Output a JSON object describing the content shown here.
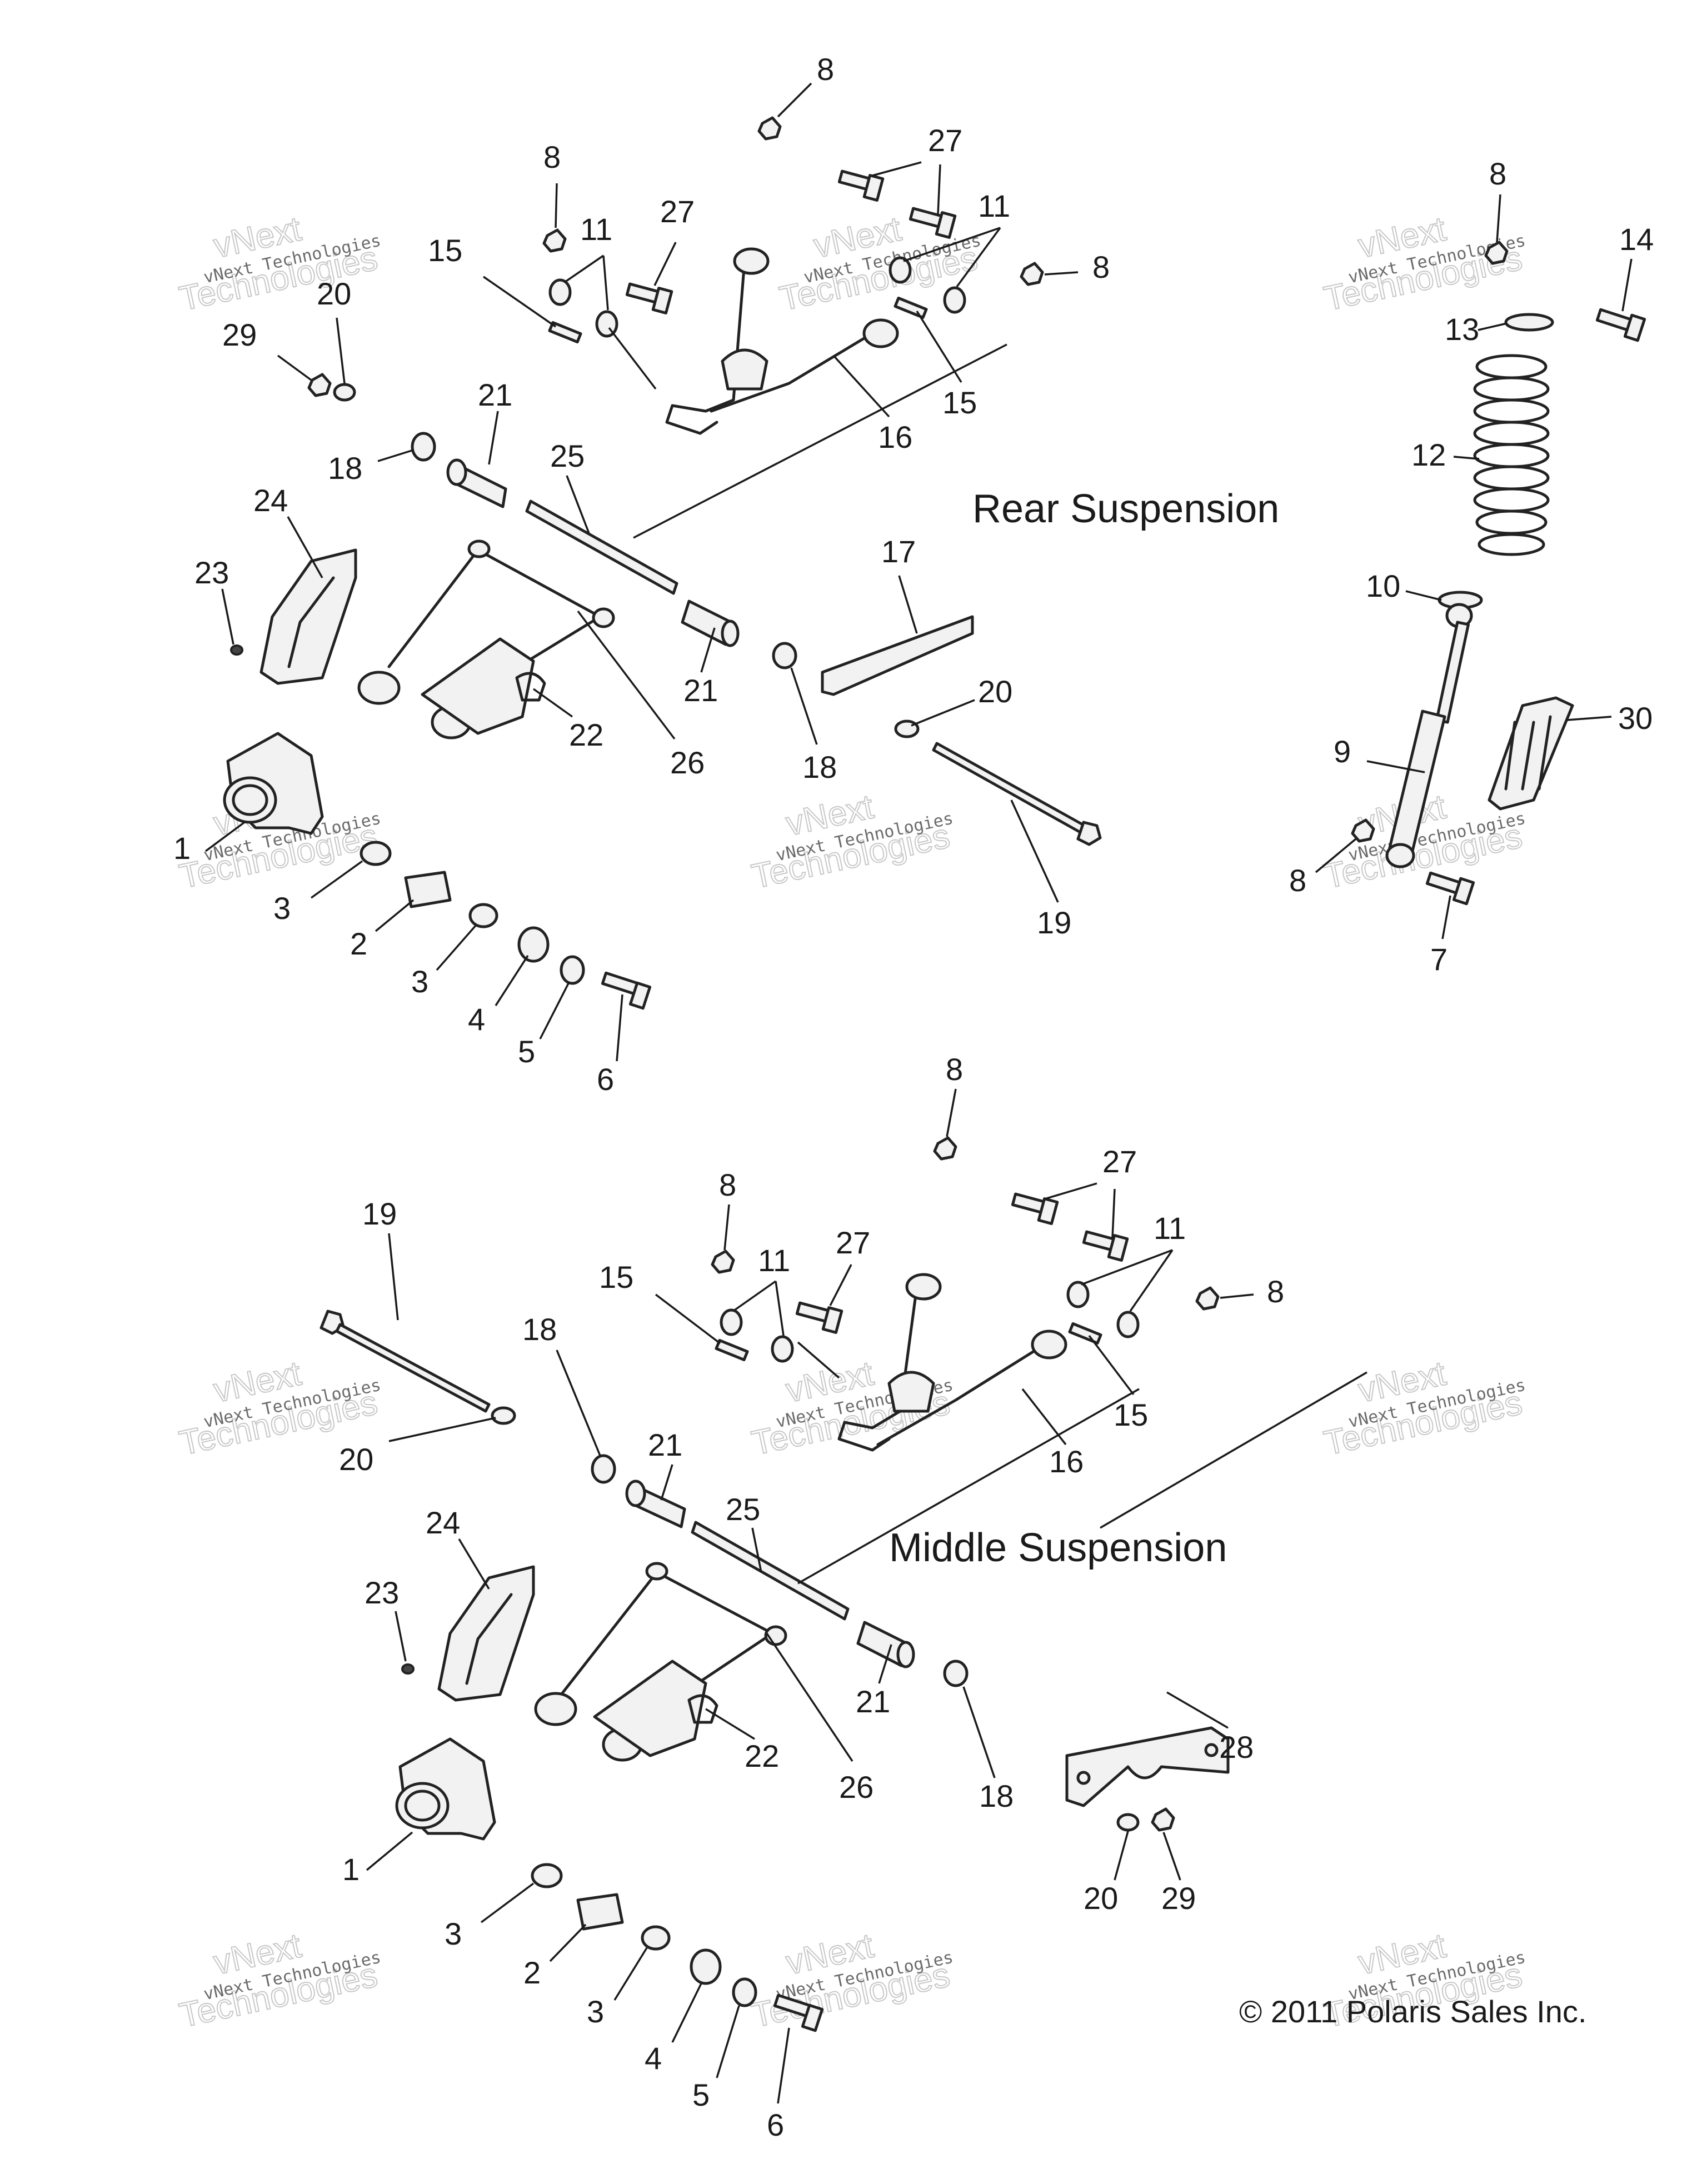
{
  "sections": {
    "rear_title": "Rear Suspension",
    "middle_title": "Middle Suspension"
  },
  "copyright": "© 2011 Polaris Sales Inc.",
  "watermark": {
    "line1": "vNext Technologies",
    "line2": "vNext",
    "line3": "Technologies"
  },
  "callouts": {
    "rear": [
      "8",
      "27",
      "8",
      "11",
      "27",
      "11",
      "8",
      "15",
      "29",
      "20",
      "15",
      "16",
      "21",
      "18",
      "25",
      "24",
      "23",
      "17",
      "21",
      "18",
      "22",
      "26",
      "20",
      "1",
      "3",
      "19",
      "2",
      "3",
      "4",
      "5",
      "6"
    ],
    "shock": [
      "8",
      "14",
      "13",
      "12",
      "10",
      "9",
      "30",
      "8",
      "7"
    ],
    "middle": [
      "8",
      "8",
      "27",
      "11",
      "27",
      "11",
      "8",
      "15",
      "19",
      "18",
      "15",
      "21",
      "20",
      "16",
      "25",
      "24",
      "23",
      "21",
      "22",
      "26",
      "28",
      "18",
      "1",
      "20",
      "29",
      "3",
      "2",
      "3",
      "4",
      "5",
      "6"
    ]
  },
  "colors": {
    "ink": "#1a1a1a",
    "watermark": "#c8c8c8",
    "background": "#ffffff"
  }
}
